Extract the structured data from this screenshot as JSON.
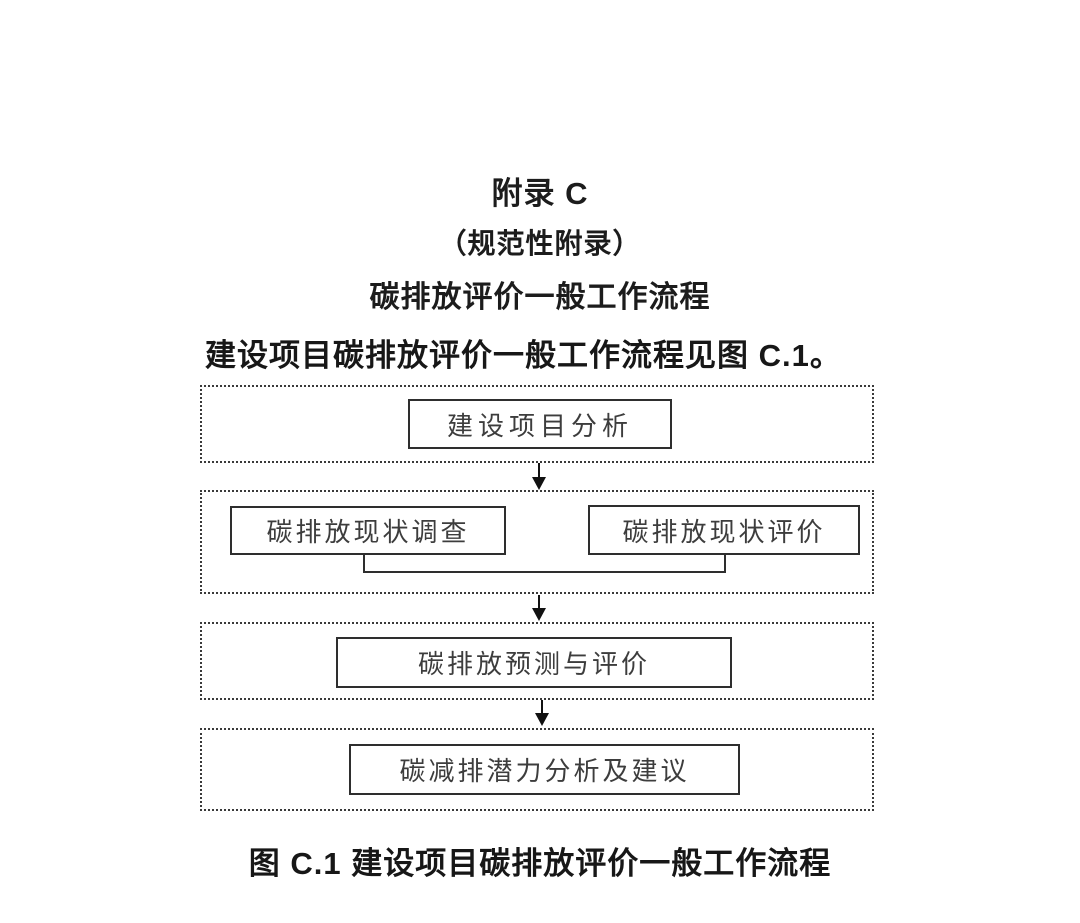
{
  "document": {
    "appendix_title": "附录 C",
    "appendix_type": "（规范性附录）",
    "appendix_heading": "碳排放评价一般工作流程",
    "intro_text": "建设项目碳排放评价一般工作流程见图 C.1。",
    "figure_caption": "图 C.1  建设项目碳排放评价一般工作流程"
  },
  "flowchart": {
    "stage1": {
      "box1": "建设项目分析"
    },
    "stage2": {
      "box1": "碳排放现状调查",
      "box2": "碳排放现状评价"
    },
    "stage3": {
      "box1": "碳排放预测与评价"
    },
    "stage4": {
      "box1": "碳减排潜力分析及建议"
    }
  },
  "colors": {
    "background": "#ffffff",
    "solid_border": "#2e2e2e",
    "dotted_border": "#3a3a3a",
    "heading_text": "#171717",
    "box_text": "#3d3d3d"
  }
}
